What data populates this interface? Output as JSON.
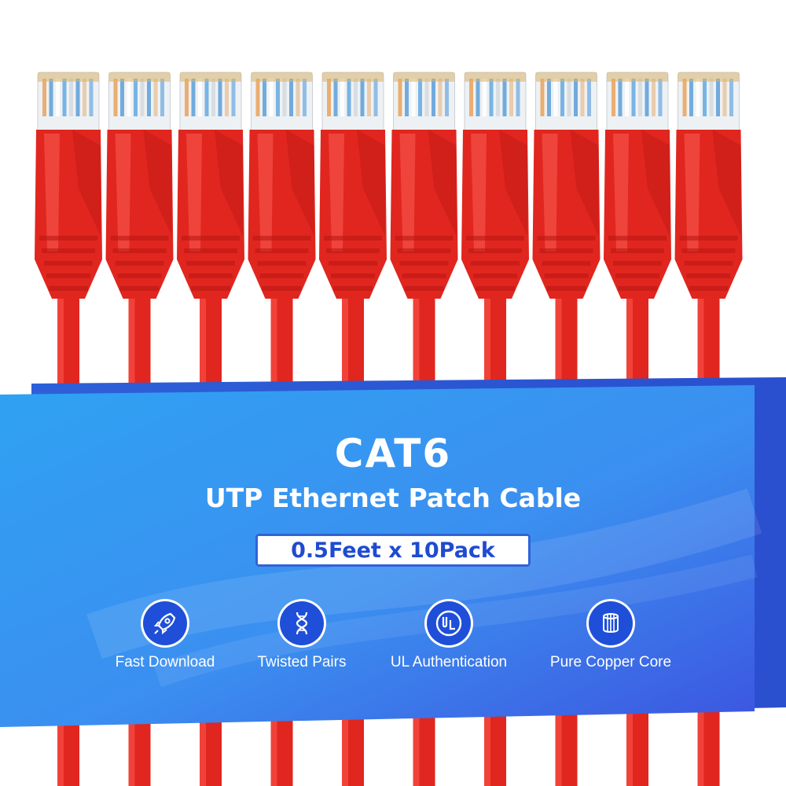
{
  "product": {
    "title": "CAT6",
    "subtitle": "UTP Ethernet Patch Cable",
    "spec": "0.5Feet x 10Pack",
    "cable_count": 10,
    "cable_color": "#e0261f",
    "banner_color_start": "#2f9df0",
    "banner_color_end": "#3a5fe3"
  },
  "features": [
    {
      "label": "Fast Download",
      "icon": "rocket-icon"
    },
    {
      "label": "Twisted Pairs",
      "icon": "dna-helix-icon"
    },
    {
      "label": "UL Authentication",
      "icon": "ul-mark-icon"
    },
    {
      "label": "Pure Copper Core",
      "icon": "copper-wires-icon"
    }
  ]
}
